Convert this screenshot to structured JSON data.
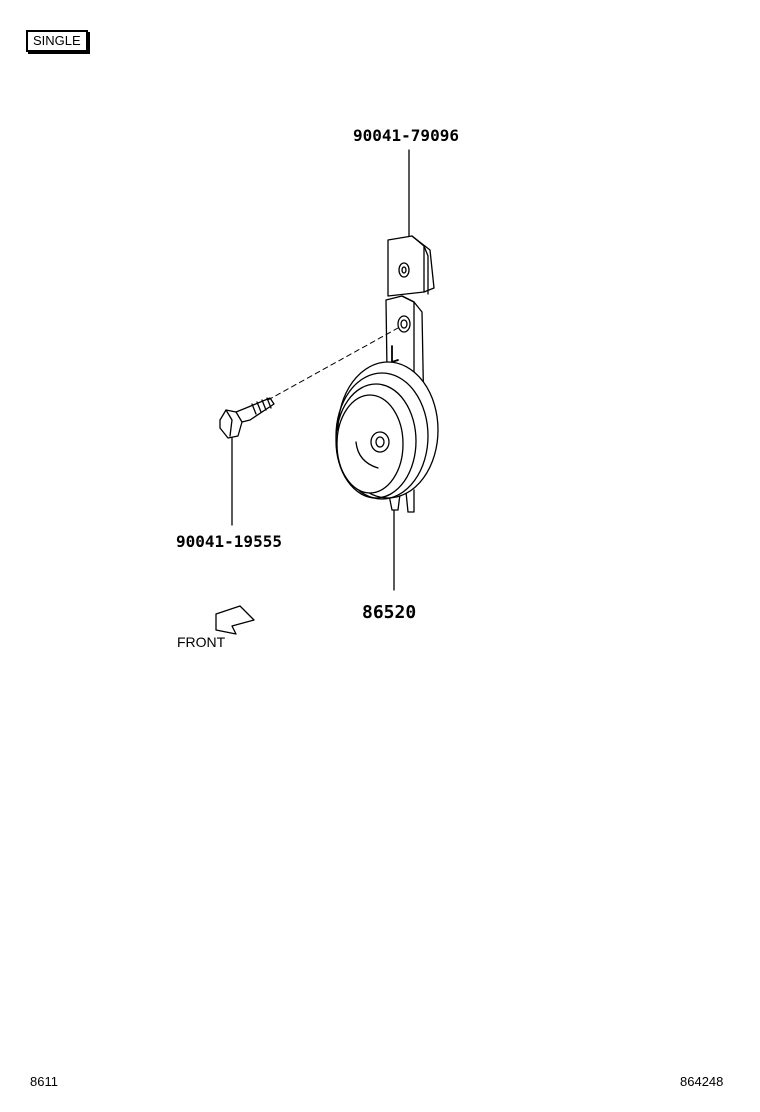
{
  "badge": {
    "label": "SINGLE"
  },
  "parts": {
    "clip": {
      "number": "90041-79096"
    },
    "bolt": {
      "number": "90041-19555"
    },
    "horn": {
      "number": "86520"
    }
  },
  "direction": {
    "label": "FRONT"
  },
  "footer": {
    "left": "8611",
    "right": "864248"
  }
}
